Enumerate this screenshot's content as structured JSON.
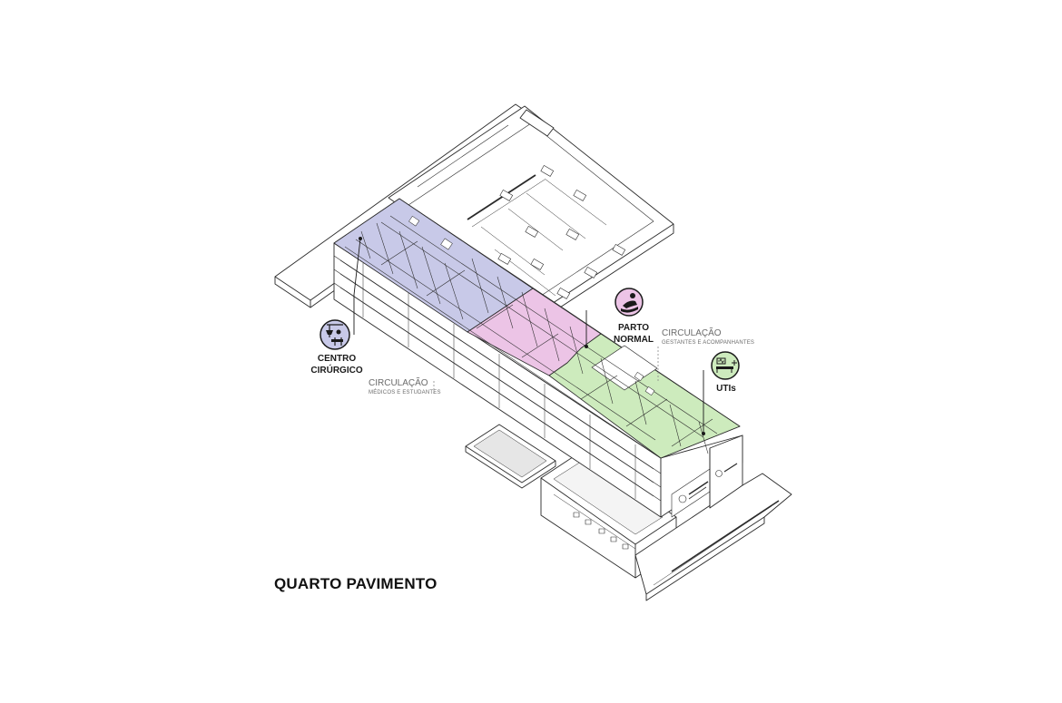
{
  "title": "QUARTO PAVIMENTO",
  "colors": {
    "surgery": "#c8c9e8",
    "birth": "#ecc4e6",
    "icu": "#cdebbd",
    "lines": "#2a2a2a"
  },
  "zones": {
    "surgery": {
      "line1": "CENTRO",
      "line2": "CIRÚRGICO",
      "icon": "surgical-lamp-icon"
    },
    "birth": {
      "line1": "PARTO",
      "line2": "NORMAL",
      "icon": "newborn-hands-icon"
    },
    "icu": {
      "line1": "UTIs",
      "icon": "icu-bed-monitor-icon"
    }
  },
  "circulation": {
    "staff": {
      "label": "CIRCULAÇÃO",
      "sub": "MÉDICOS E ESTUDANTES"
    },
    "visitors": {
      "label": "CIRCULAÇÃO",
      "sub": "GESTANTES E ACOMPANHANTES"
    }
  }
}
